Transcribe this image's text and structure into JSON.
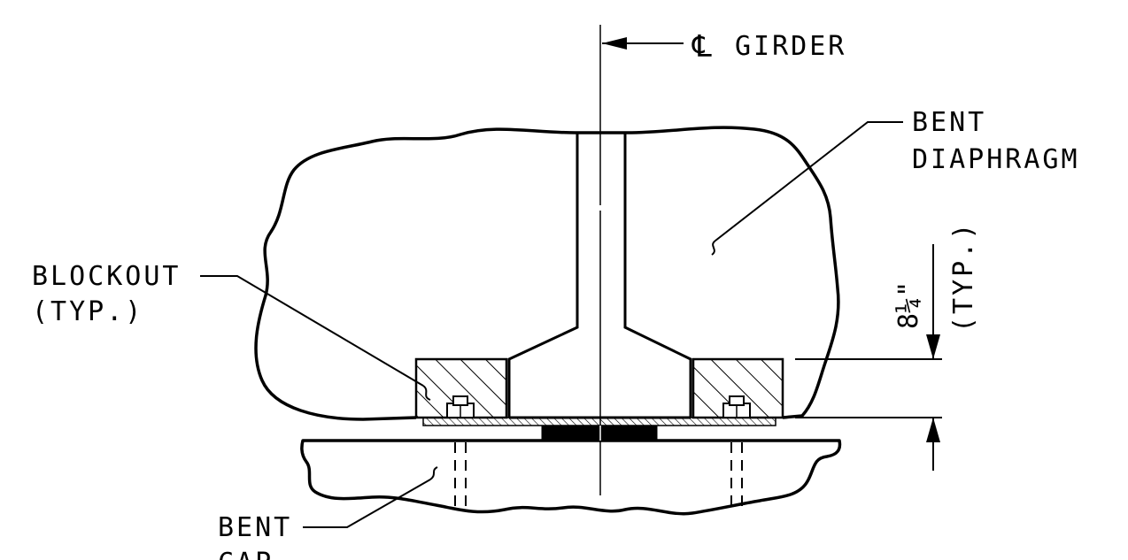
{
  "labels": {
    "cl_symbol": "℄",
    "girder": "GIRDER",
    "bent_diaphragm_line1": "BENT",
    "bent_diaphragm_line2": "DIAPHRAGM",
    "blockout_line1": "BLOCKOUT",
    "blockout_line2": "(TYP.)",
    "dimension_value": "8¼\"",
    "dimension_note": "(TYP.)",
    "bent_cap_line1": "BENT",
    "bent_cap_line2": "CAP"
  },
  "colors": {
    "ink": "#000000",
    "background": "#ffffff"
  }
}
